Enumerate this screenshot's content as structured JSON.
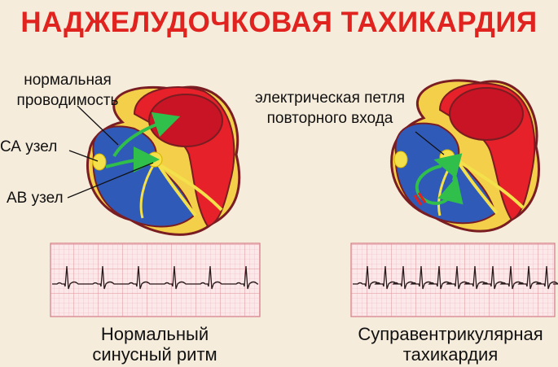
{
  "title": "НАДЖЕЛУДОЧКОВАЯ ТАХИКАРДИЯ",
  "left_panel": {
    "label_conduction_line1": "нормальная",
    "label_conduction_line2": "проводимость",
    "label_sa_node": "СА узел",
    "label_av_node": "АВ узел",
    "caption_line1": "Нормальный",
    "caption_line2": "синусный ритм"
  },
  "right_panel": {
    "label_loop_line1": "электрическая петля",
    "label_loop_line2": "повторного входа",
    "caption_line1": "Суправентрикулярная",
    "caption_line2": "тахикардия"
  },
  "colors": {
    "background": "#f6ecdc",
    "title": "#e0231e",
    "atrium_red": "#e62129",
    "chamber_blue": "#2f5ab8",
    "conduction_yellow": "#f3e04a",
    "arrow_green": "#2fbf4a",
    "ecg_grid": "#e7a7ae"
  }
}
